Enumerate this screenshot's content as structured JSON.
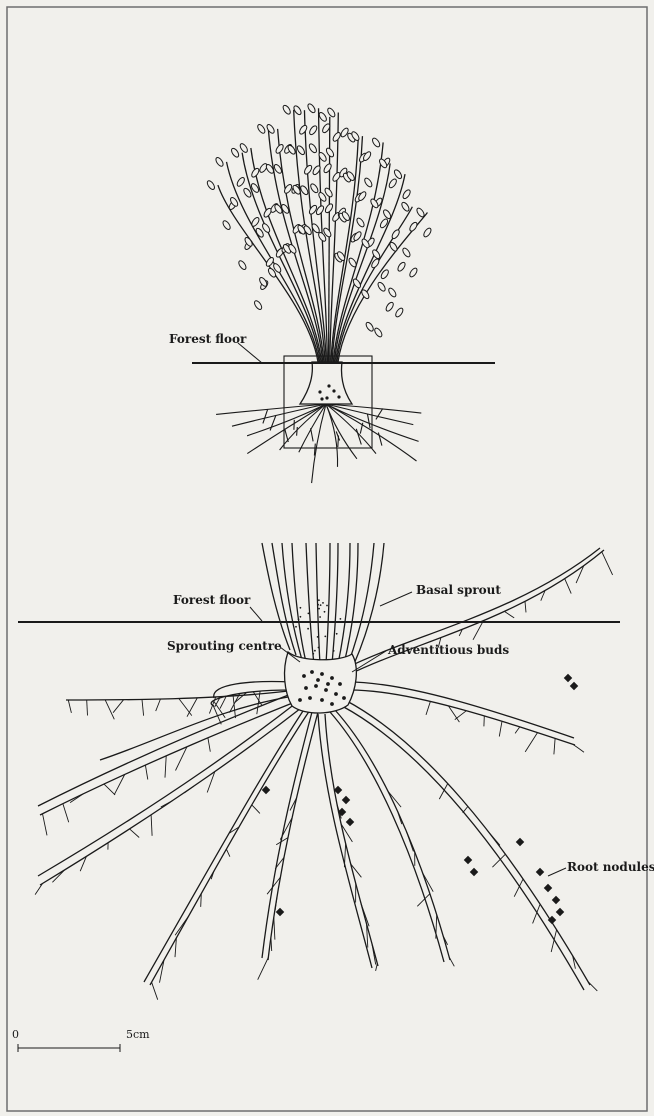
{
  "labels": {
    "forest_floor_top": "Forest floor",
    "forest_floor_bottom": "Forest floor",
    "basal_sprout": "Basal sprout",
    "sprouting_centre": "Sprouting centre",
    "adventitious_buds": "Adventitious buds",
    "root_nodules": "Root nodules"
  },
  "scale_bar": {
    "start_label": "0",
    "end_label": "5cm"
  },
  "colors": {
    "ink": "#1a1a1a",
    "paper": "#f1f0ec",
    "border": "#6e6e6e"
  }
}
